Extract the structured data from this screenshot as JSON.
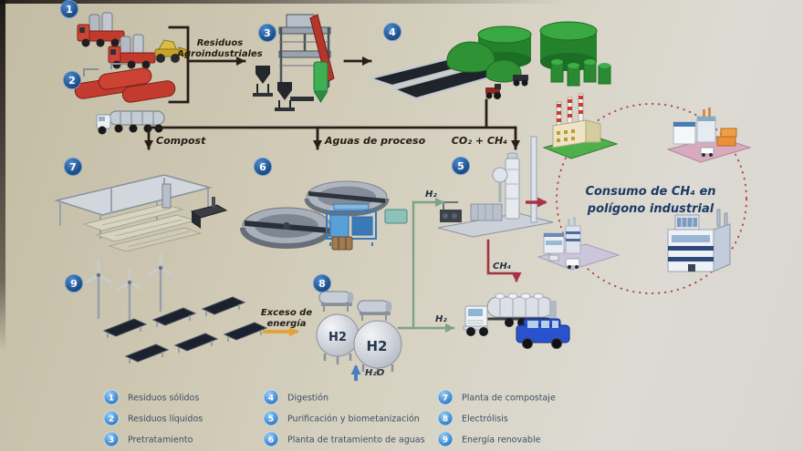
{
  "diagram": {
    "flow_labels": {
      "residuos_agro_line1": "Residuos",
      "residuos_agro_line2": "Agroindustriales",
      "compost": "Compost",
      "aguas_proceso": "Aguas de proceso",
      "co2_ch4": "CO₂ + CH₄",
      "h2_to_purificacion": "H₂",
      "h2_to_camion": "H₂",
      "ch4_to_camion": "CH₄",
      "h2o": "H₂O",
      "exceso_line1": "Exceso de",
      "exceso_line2": "energía",
      "consumo_line1": "Consumo de CH₄ en",
      "consumo_line2": "polígono industrial",
      "h2_tank_label": "H2"
    },
    "colors": {
      "background_tan": "#cdc7b4",
      "background_light": "#dcdad2",
      "flow_line_dark": "#2a1d18",
      "flow_line_red": "#a33240",
      "flow_line_green": "#7ca387",
      "arrow_orange": "#e2a23c",
      "arrow_blue": "#4a7ec0",
      "badge_blue_dark": "#16477c",
      "legend_badge_blue": "#2e7cc8",
      "digester_green": "#2f9335",
      "truck_red": "#c0392b",
      "dotted_circle_red": "#b03848"
    }
  },
  "legend": {
    "items": [
      {
        "number": "1",
        "label": "Residuos sólidos"
      },
      {
        "number": "2",
        "label": "Residuos líquidos"
      },
      {
        "number": "3",
        "label": "Pretratamiento"
      },
      {
        "number": "4",
        "label": "Digestión"
      },
      {
        "number": "5",
        "label": "Purificación y biometanización"
      },
      {
        "number": "6",
        "label": "Planta de tratamiento de aguas"
      },
      {
        "number": "7",
        "label": "Planta de compostaje"
      },
      {
        "number": "8",
        "label": "Electrólisis"
      },
      {
        "number": "9",
        "label": "Energía renovable"
      }
    ]
  }
}
